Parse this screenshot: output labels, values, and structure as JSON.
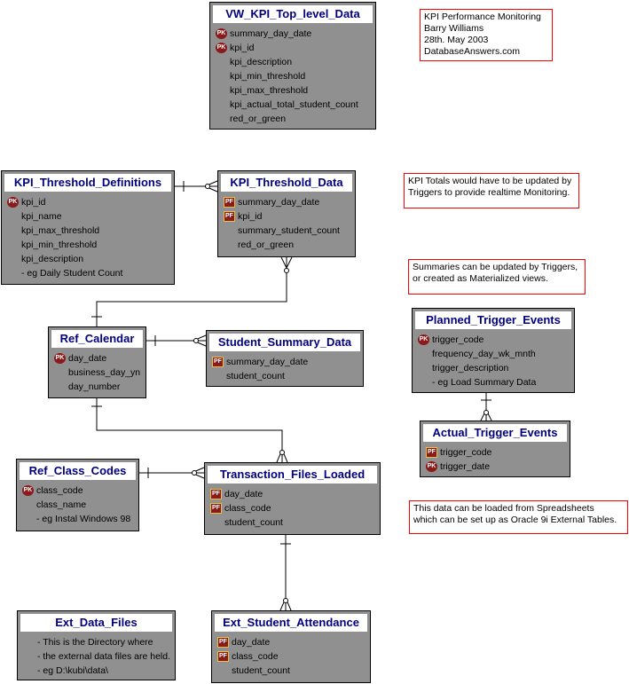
{
  "entities": {
    "vw_kpi": {
      "title": "VW_KPI_Top_level_Data",
      "fields": [
        {
          "key": "PK",
          "name": "summary_day_date"
        },
        {
          "key": "PK",
          "name": "kpi_id"
        },
        {
          "key": "",
          "name": "kpi_description"
        },
        {
          "key": "",
          "name": "kpi_min_threshold"
        },
        {
          "key": "",
          "name": "kpi_max_threshold"
        },
        {
          "key": "",
          "name": "kpi_actual_total_student_count"
        },
        {
          "key": "",
          "name": "red_or_green"
        }
      ]
    },
    "kpi_threshold_definitions": {
      "title": "KPI_Threshold_Definitions",
      "fields": [
        {
          "key": "PK",
          "name": "kpi_id"
        },
        {
          "key": "",
          "name": "kpi_name"
        },
        {
          "key": "",
          "name": "kpi_max_threshold"
        },
        {
          "key": "",
          "name": "kpi_min_threshold"
        },
        {
          "key": "",
          "name": "kpi_description"
        },
        {
          "key": "",
          "name": "- eg Daily Student Count"
        }
      ]
    },
    "kpi_threshold_data": {
      "title": "KPI_Threshold_Data",
      "fields": [
        {
          "key": "PF",
          "name": "summary_day_date"
        },
        {
          "key": "PF",
          "name": "kpi_id"
        },
        {
          "key": "",
          "name": "summary_student_count"
        },
        {
          "key": "",
          "name": "red_or_green"
        }
      ]
    },
    "ref_calendar": {
      "title": "Ref_Calendar",
      "fields": [
        {
          "key": "PK",
          "name": "day_date"
        },
        {
          "key": "",
          "name": "business_day_yn"
        },
        {
          "key": "",
          "name": "day_number"
        }
      ]
    },
    "student_summary_data": {
      "title": "Student_Summary_Data",
      "fields": [
        {
          "key": "PF",
          "name": "summary_day_date"
        },
        {
          "key": "",
          "name": "student_count"
        }
      ]
    },
    "planned_trigger_events": {
      "title": "Planned_Trigger_Events",
      "fields": [
        {
          "key": "PK",
          "name": "trigger_code"
        },
        {
          "key": "",
          "name": "frequency_day_wk_mnth"
        },
        {
          "key": "",
          "name": "trigger_description"
        },
        {
          "key": "",
          "name": "- eg Load Summary Data"
        }
      ]
    },
    "actual_trigger_events": {
      "title": "Actual_Trigger_Events",
      "fields": [
        {
          "key": "PF",
          "name": "trigger_code"
        },
        {
          "key": "PK",
          "name": "trigger_date"
        }
      ]
    },
    "ref_class_codes": {
      "title": "Ref_Class_Codes",
      "fields": [
        {
          "key": "PK",
          "name": "class_code"
        },
        {
          "key": "",
          "name": "class_name"
        },
        {
          "key": "",
          "name": "- eg Instal Windows 98"
        }
      ]
    },
    "transaction_files_loaded": {
      "title": "Transaction_Files_Loaded",
      "fields": [
        {
          "key": "PF",
          "name": "day_date"
        },
        {
          "key": "PF",
          "name": "class_code"
        },
        {
          "key": "",
          "name": "student_count"
        }
      ]
    },
    "ext_data_files": {
      "title": "Ext_Data_Files",
      "fields": [
        {
          "key": "",
          "name": "- This is the Directory where"
        },
        {
          "key": "",
          "name": "- the external data files are held."
        },
        {
          "key": "",
          "name": "- eg D:\\kubi\\data\\"
        }
      ]
    },
    "ext_student_attendance": {
      "title": "Ext_Student_Attendance",
      "fields": [
        {
          "key": "PF",
          "name": "day_date"
        },
        {
          "key": "PF",
          "name": "class_code"
        },
        {
          "key": "",
          "name": "student_count"
        }
      ]
    }
  },
  "notes": {
    "header": [
      "KPI Performance Monitoring",
      "Barry Williams",
      "28th. May 2003",
      "DatabaseAnswers.com"
    ],
    "kpi_totals": [
      "KPI Totals would have to be updated by",
      "Triggers to provide realtime Monitoring."
    ],
    "summaries": [
      "Summaries can be updated by Triggers,",
      "or created as Materialized views."
    ],
    "spreadsheets": [
      "This data can be loaded from Spreadsheets",
      "which can be set up as Oracle 9i External Tables."
    ]
  }
}
